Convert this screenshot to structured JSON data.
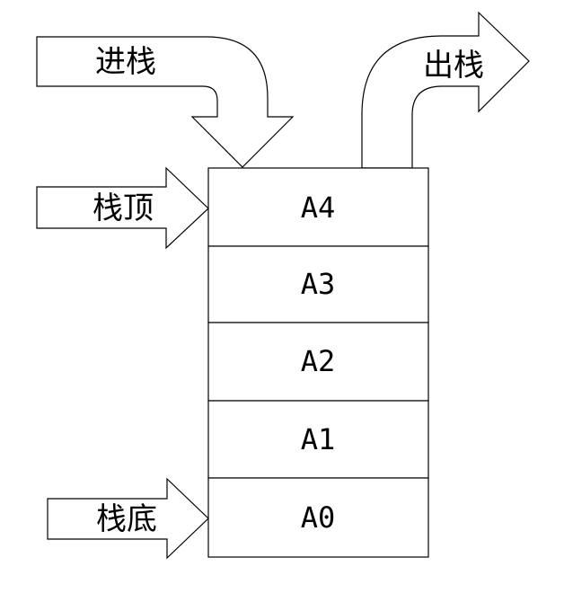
{
  "stack": {
    "cells": [
      "A4",
      "A3",
      "A2",
      "A1",
      "A0"
    ]
  },
  "arrows": {
    "push": "进栈",
    "pop": "出栈",
    "top": "栈顶",
    "bottom": "栈底"
  },
  "colors": {
    "stroke": "#000000",
    "fill": "#ffffff"
  }
}
